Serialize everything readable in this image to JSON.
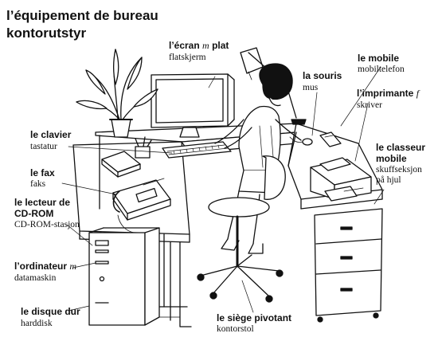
{
  "title": {
    "fr": "l’équipement de bureau",
    "no": "kontorutstyr"
  },
  "labels": {
    "ecran": {
      "fr": "l’écran",
      "gender": "m",
      "fr_after": "plat",
      "no": "flatskjerm"
    },
    "mobile": {
      "fr": "le mobile",
      "no": "mobiltelefon"
    },
    "souris": {
      "fr": "la souris",
      "no": "mus"
    },
    "imprimante": {
      "fr": "l’imprimante",
      "gender": "f",
      "no": "skriver"
    },
    "clavier": {
      "fr": "le clavier",
      "no": "tastatur"
    },
    "classeur": {
      "fr_line1": "le classeur",
      "fr_line2": "mobile",
      "no_line1": "skuffseksjon",
      "no_line2": "på hjul"
    },
    "fax": {
      "fr": "le fax",
      "no": "faks"
    },
    "lecteur": {
      "fr_line1": "le lecteur de",
      "fr_line2": "CD-ROM",
      "no": "CD-ROM-stasjon"
    },
    "ordinateur": {
      "fr": "l’ordinateur",
      "gender": "m",
      "no": "datamaskin"
    },
    "disque": {
      "fr": "le disque dur",
      "no": "harddisk"
    },
    "siege": {
      "fr": "le siège pivotant",
      "no": "kontorstol"
    }
  }
}
